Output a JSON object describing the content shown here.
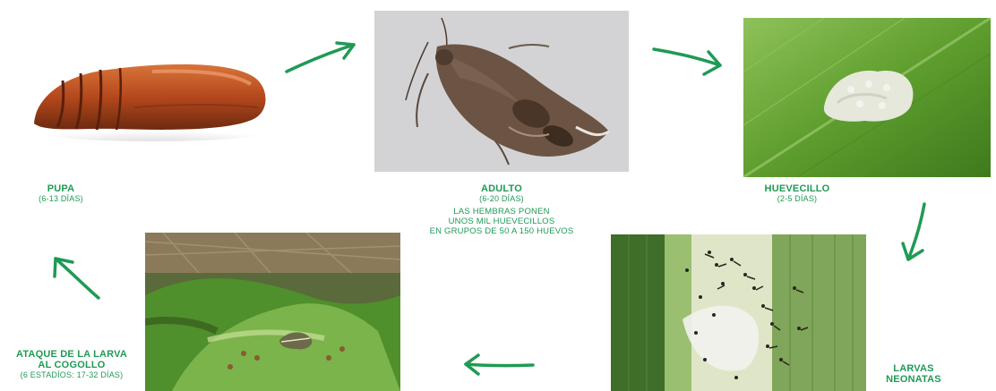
{
  "stages": {
    "pupa": {
      "title": "PUPA",
      "duration": "(6-13 DÍAS)"
    },
    "adulto": {
      "title": "ADULTO",
      "duration": "(6-20 DÍAS)",
      "note_line1": "LAS HEMBRAS PONEN",
      "note_line2": "UNOS MIL HUEVECILLOS",
      "note_line3": "EN GRUPOS DE 50 A 150 HUEVOS"
    },
    "huevecillo": {
      "title": "HUEVECILLO",
      "duration": "(2-5 DÍAS)"
    },
    "larvas_neonatas": {
      "title_line1": "LARVAS",
      "title_line2": "NEONATAS"
    },
    "ataque_larva": {
      "title_line1": "ATAQUE DE LA LARVA",
      "title_line2": "AL COGOLLO",
      "duration": "(6 ESTADÍOS: 17-32 DÍAS)"
    }
  },
  "colors": {
    "accent_green": "#1f9a55"
  }
}
